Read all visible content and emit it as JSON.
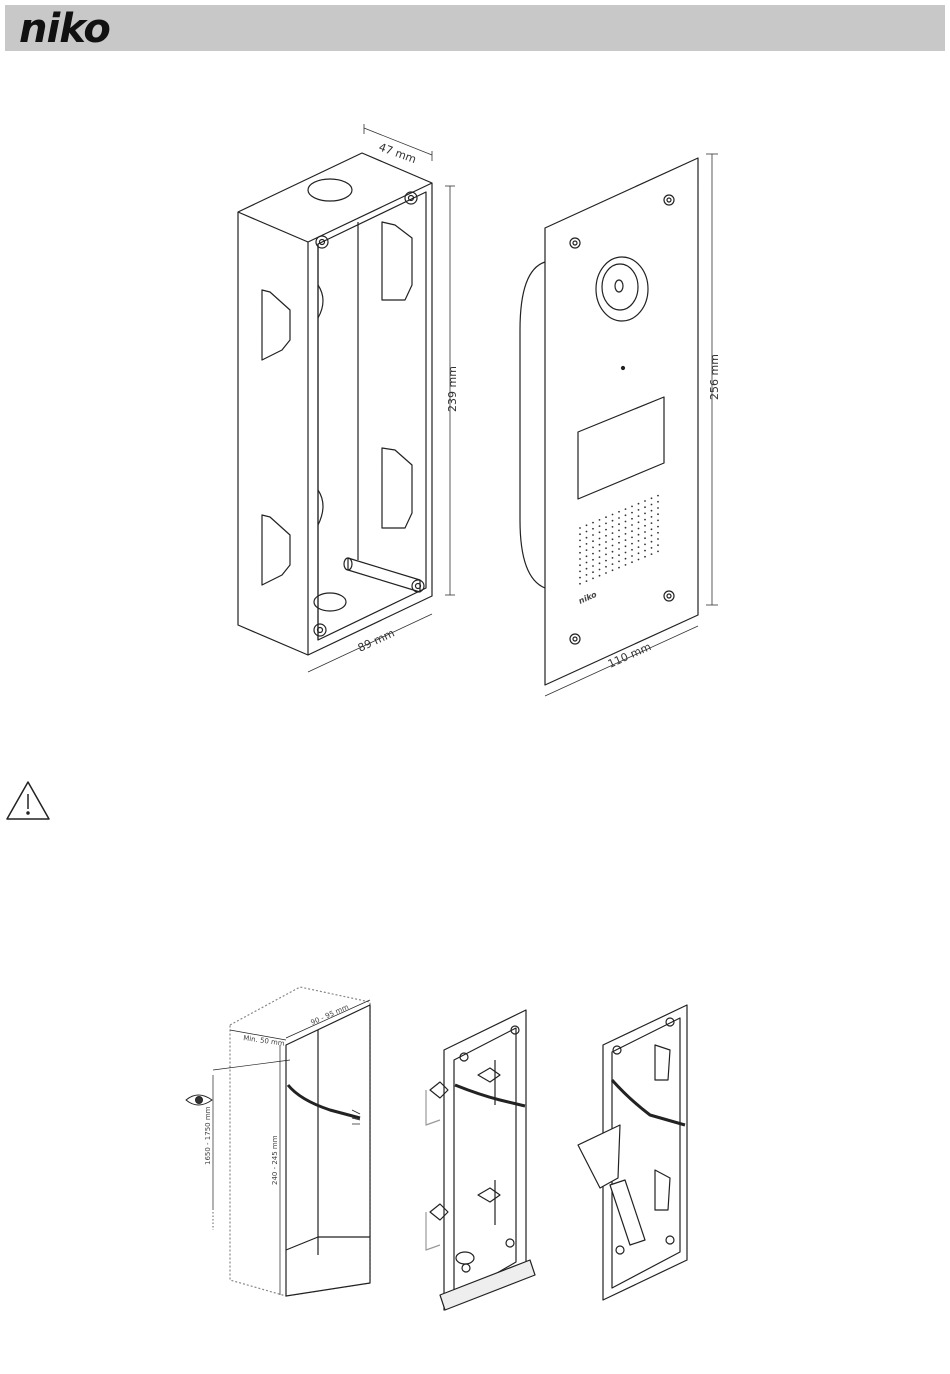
{
  "header": {
    "logo": "niko"
  },
  "top_figure": {
    "box_depth": "47 mm",
    "box_height": "239 mm",
    "box_width": "89 mm",
    "panel_height": "256 mm",
    "panel_width": "110 mm",
    "panel_brand": "niko"
  },
  "warning": {
    "icon": "warning-triangle-icon"
  },
  "bottom_figure": {
    "cutout_width": "90 - 95 mm",
    "min_offset": "Min. 50 mm",
    "mount_height": "1650 - 1750 mm",
    "cutout_height": "240 - 245 mm",
    "eye_icon": "eye-icon"
  }
}
